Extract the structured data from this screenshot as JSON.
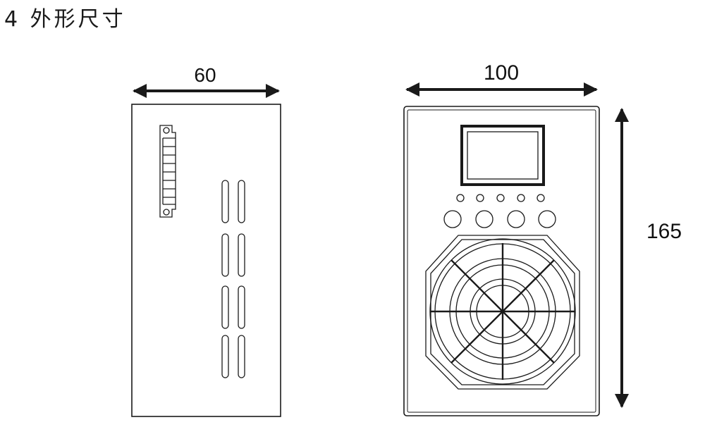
{
  "heading": "4 外形尺寸",
  "dimensions": {
    "side_width": "60",
    "front_width": "100",
    "front_height": "165"
  },
  "colors": {
    "line": "#1a1a1a",
    "background": "#ffffff"
  }
}
